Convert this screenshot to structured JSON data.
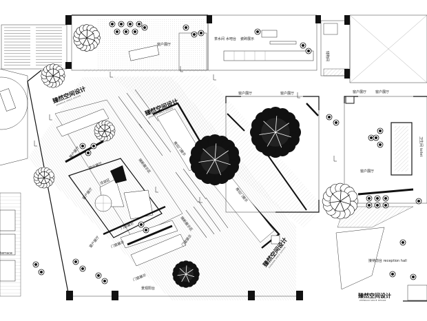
{
  "labels": {
    "tea_water_bar": "茶水间",
    "water_bar": "水吧台",
    "tile_display": "瓷砖展示",
    "window_display_top": "窗户展厅",
    "window_display_mid1": "窗户展厅",
    "window_display_mid2": "窗户展厅",
    "window_display_right1": "窗户展厅",
    "window_display_right2": "窗户展厅",
    "window_display_right3": "窗户展厅",
    "window_display_left1": "窗户展厅",
    "window_display_left2": "窗户展厅",
    "window_display_left3": "窗户展厅",
    "window_display_center": "窗户展厅",
    "door_display_1": "门窗展示",
    "door_display_2": "门窗展示",
    "door_display_3": "门窗展示",
    "door_display_4": "门窗展示",
    "partition_display_1": "隔断展示区",
    "partition_display_2": "隔断展示区",
    "sliding_door_1": "推拉门展示",
    "sliding_door_2": "推拉门展示",
    "storage_room": "储物间",
    "toilet": "卫生间 toilet",
    "reception_hall": "接待前台 reception hall",
    "viewing_terrace": "景观阳台",
    "terrace_left": "terrace",
    "negotiation_area": "洽谈区"
  },
  "brand": {
    "name": "臻然空间设计",
    "subtitle": "ZHENRAN SPACE DESIGN"
  },
  "colors": {
    "ink": "#111111",
    "line": "#333333",
    "hatch": "#888888",
    "paper": "#ffffff"
  }
}
